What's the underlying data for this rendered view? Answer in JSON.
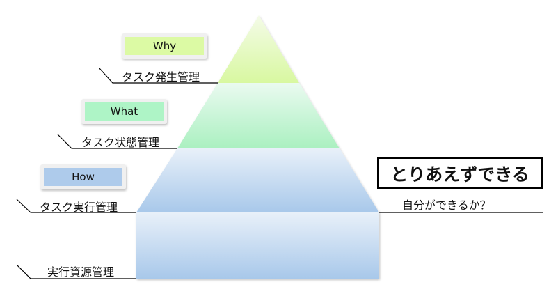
{
  "tags": {
    "why": "Why",
    "what": "What",
    "how": "How"
  },
  "layers": {
    "task_generation": "タスク発生管理",
    "task_state": "タスク状態管理",
    "task_execution": "タスク実行管理",
    "resource": "実行資源管理"
  },
  "callout": {
    "title": "とりあえずできる",
    "subtitle": "自分ができるか？"
  },
  "colors": {
    "why": "#dcfaa4",
    "what": "#aef4c6",
    "how": "#aecbeb"
  }
}
